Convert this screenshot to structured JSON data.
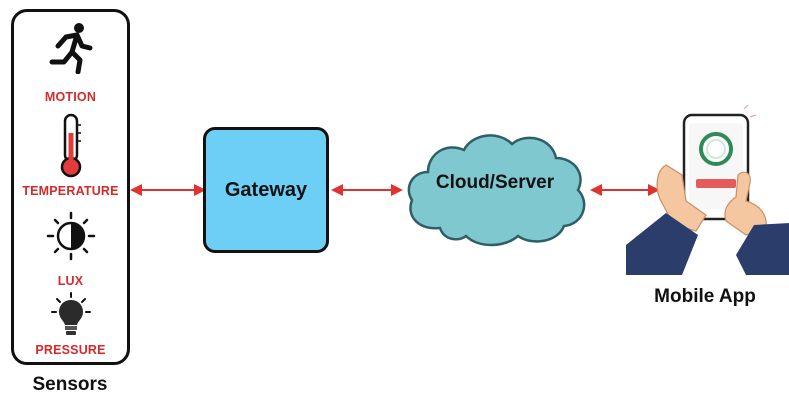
{
  "sensors": {
    "title": "Sensors",
    "items": [
      {
        "label": "MOTION",
        "icon": "running-person-icon"
      },
      {
        "label": "TEMPERATURE",
        "icon": "thermometer-icon"
      },
      {
        "label": "LUX",
        "icon": "half-sun-icon"
      },
      {
        "label": "PRESSURE",
        "icon": "lightbulb-icon"
      }
    ]
  },
  "gateway": {
    "label": "Gateway"
  },
  "cloud": {
    "label": "Cloud/Server"
  },
  "mobile": {
    "title": "Mobile App"
  },
  "colors": {
    "accent_red": "#d42a2a",
    "gateway_fill": "#6dcff6",
    "cloud_fill": "#7fc8cf",
    "arrow": "#e0322f"
  }
}
